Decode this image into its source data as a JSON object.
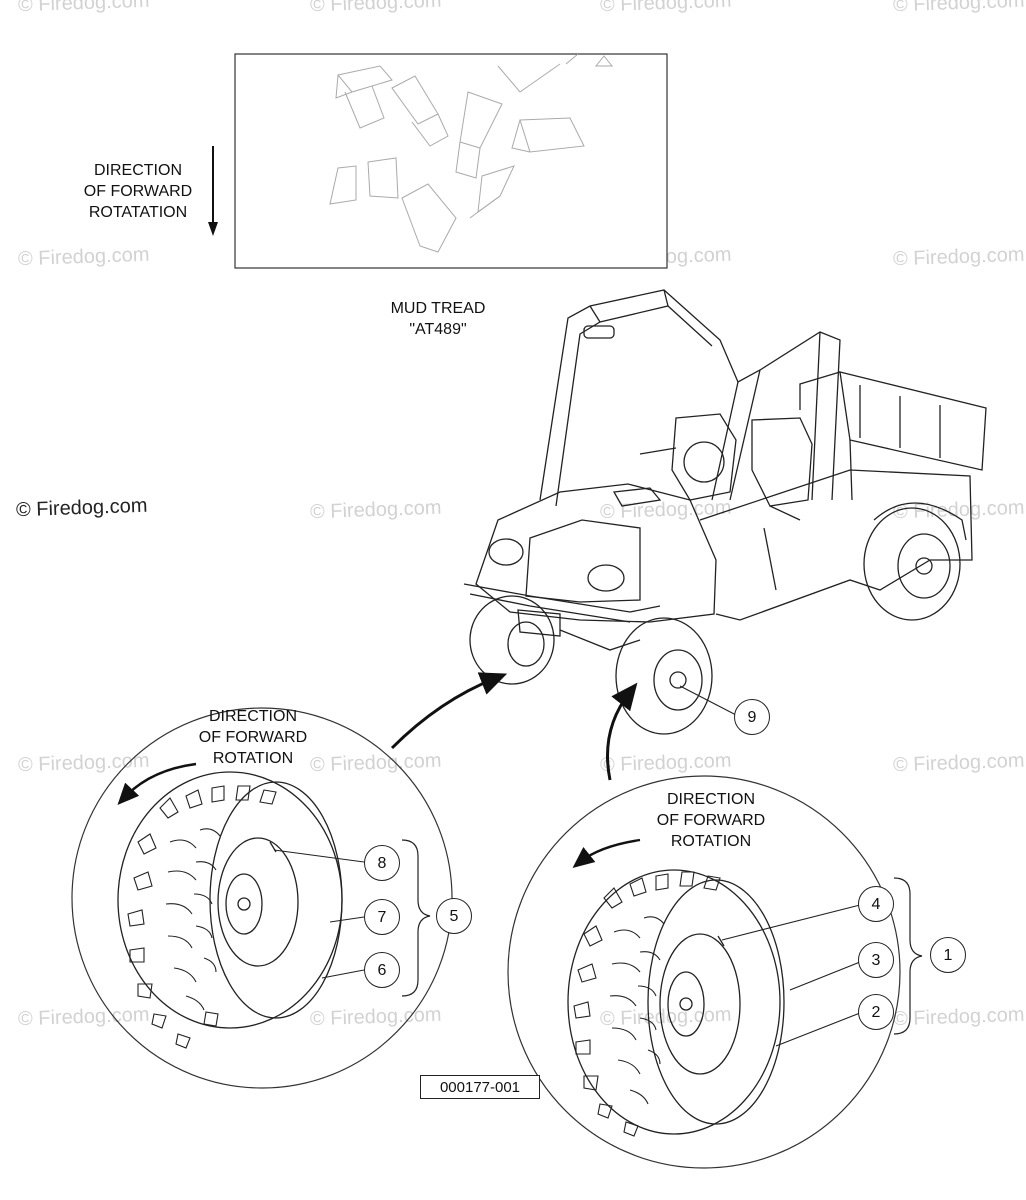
{
  "watermark": "© Firedog.com",
  "copyright": "© Firedog.com",
  "tread_panel": {
    "direction_label": [
      "DIRECTION",
      "OF FORWARD",
      "ROTATATION"
    ],
    "caption": [
      "MUD TREAD",
      "\"AT489\""
    ]
  },
  "left_wheel": {
    "direction_label": [
      "DIRECTION",
      "OF FORWARD",
      "ROTATION"
    ],
    "callouts": [
      "8",
      "7",
      "6"
    ],
    "group": "5"
  },
  "right_wheel": {
    "direction_label": [
      "DIRECTION",
      "OF FORWARD",
      "ROTATION"
    ],
    "callouts": [
      "4",
      "3",
      "2"
    ],
    "group": "1"
  },
  "vehicle_callout": "9",
  "figure_id": "000177-001"
}
